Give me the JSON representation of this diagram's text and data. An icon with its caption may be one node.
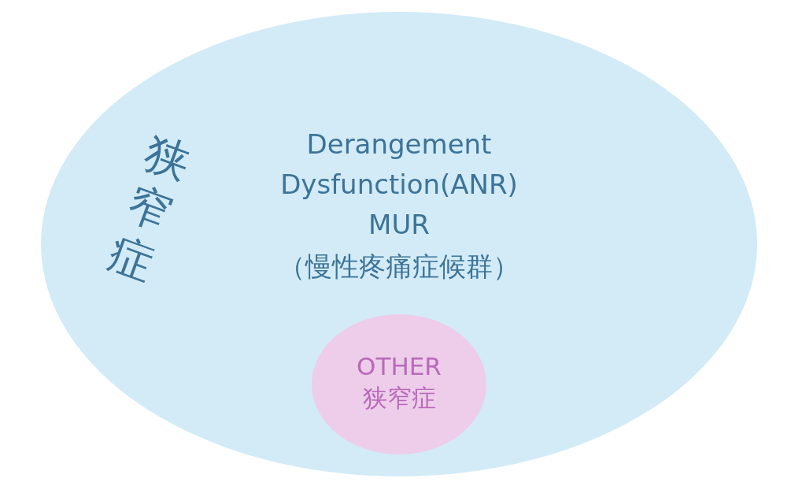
{
  "diagram": {
    "nodes": [
      {
        "text": [
          "狭窄症",
          "Derangement",
          "Dysfunction(ANR)",
          "MUR",
          "（慢性疼痛症候群）"
        ]
      },
      {
        "text": [
          "OTHER 狭窄症"
        ],
        "in": 0
      }
    ]
  }
}
